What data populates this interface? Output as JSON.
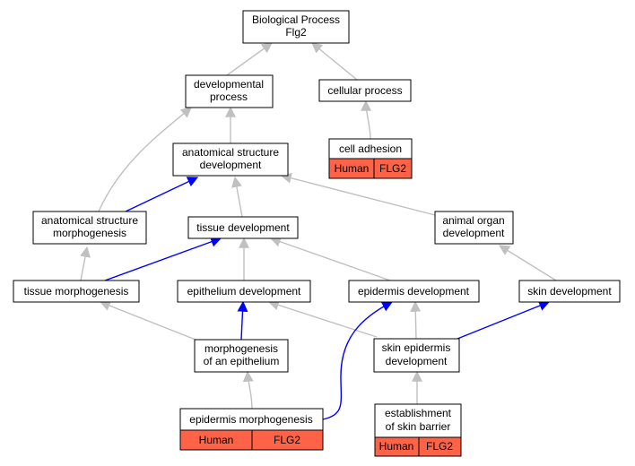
{
  "diagram": {
    "colors": {
      "regular_edge": "#c0c0c0",
      "highlight_edge": "#0000ff",
      "annotation_fill": "#ff6347"
    },
    "nodes": {
      "bp_flg2": {
        "lines": [
          "Biological Process",
          "Flg2"
        ]
      },
      "developmental_process": {
        "lines": [
          "developmental",
          "process"
        ]
      },
      "cellular_process": {
        "lines": [
          "cellular process"
        ]
      },
      "anatomical_structure_development": {
        "lines": [
          "anatomical structure",
          "development"
        ]
      },
      "cell_adhesion": {
        "lines": [
          "cell adhesion"
        ],
        "annotations": [
          "Human",
          "FLG2"
        ]
      },
      "anatomical_structure_morphogenesis": {
        "lines": [
          "anatomical structure",
          "morphogenesis"
        ]
      },
      "tissue_development": {
        "lines": [
          "tissue development"
        ]
      },
      "animal_organ_development": {
        "lines": [
          "animal organ",
          "development"
        ]
      },
      "tissue_morphogenesis": {
        "lines": [
          "tissue morphogenesis"
        ]
      },
      "epithelium_development": {
        "lines": [
          "epithelium development"
        ]
      },
      "epidermis_development": {
        "lines": [
          "epidermis development"
        ]
      },
      "skin_development": {
        "lines": [
          "skin development"
        ]
      },
      "morphogenesis_of_an_epithelium": {
        "lines": [
          "morphogenesis",
          "of an epithelium"
        ]
      },
      "skin_epidermis_development": {
        "lines": [
          "skin epidermis",
          "development"
        ]
      },
      "epidermis_morphogenesis": {
        "lines": [
          "epidermis morphogenesis"
        ],
        "annotations": [
          "Human",
          "FLG2"
        ]
      },
      "establishment_of_skin_barrier": {
        "lines": [
          "establishment",
          "of skin barrier"
        ],
        "annotations": [
          "Human",
          "FLG2"
        ]
      }
    }
  }
}
